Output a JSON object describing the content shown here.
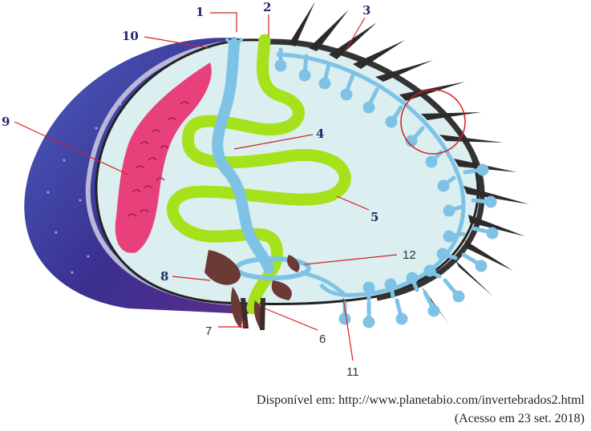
{
  "diagram": {
    "labels": {
      "l1": "1",
      "l2": "2",
      "l3": "3",
      "l4": "4",
      "l5": "5",
      "l6": "6",
      "l7": "7",
      "l8": "8",
      "l9": "9",
      "l10": "10",
      "l11": "11",
      "l12": "12"
    },
    "colors": {
      "shell_outer": "#3a2f8f",
      "shell_inner": "#5a6fc8",
      "body_fill": "#dbeef0",
      "gut_green": "#a6e21b",
      "water_vascular": "#7ec3e6",
      "gonad_pink": "#e8407a",
      "ampullae_brown": "#6b3a34",
      "spines": "#2b2b2b",
      "leader_red": "#d22020"
    }
  },
  "caption": {
    "source": "Disponível em: http://www.planetabio.com/invertebrados2.html",
    "access": "(Acesso em 23 set. 2018)"
  }
}
